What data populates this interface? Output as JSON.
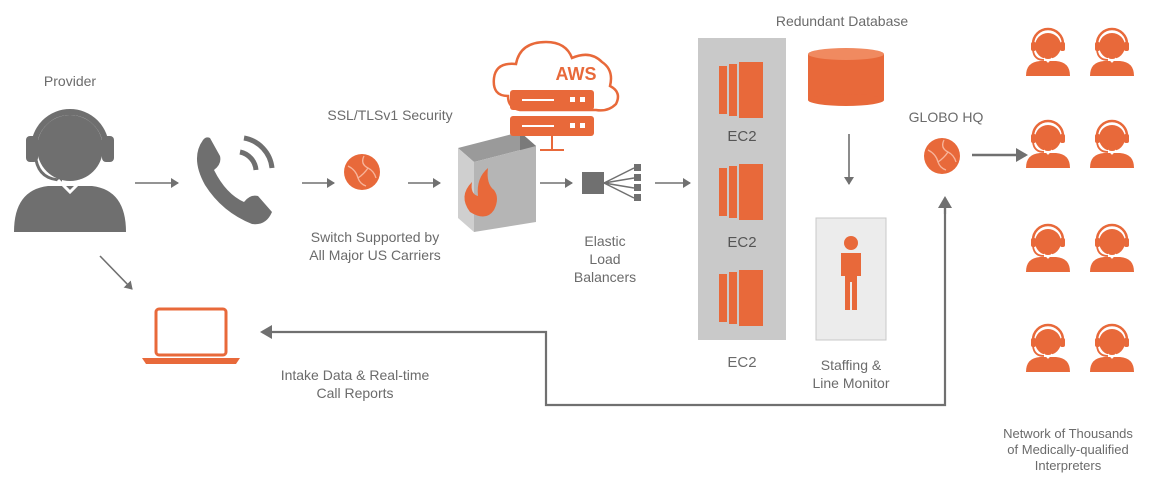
{
  "colors": {
    "orange": "#e8693a",
    "gray_dark": "#707070",
    "gray_panel": "#c9c9c9",
    "arrow": "#707070"
  },
  "labels": {
    "provider": "Provider",
    "ssl": "SSL/TLSv1 Security",
    "switch_line1": "Switch Supported by",
    "switch_line2": "All Major US Carriers",
    "aws": "AWS",
    "elb_line1": "Elastic",
    "elb_line2": "Load",
    "elb_line3": "Balancers",
    "ec2_1": "EC2",
    "ec2_2": "EC2",
    "ec2_3": "EC2",
    "redundant_db": "Redundant  Database",
    "staffing_line1": "Staffing  &",
    "staffing_line2": "Line Monitor",
    "globo_hq": "GLOBO HQ",
    "intake_line1": "Intake Data & Real-time",
    "intake_line2": "Call Reports",
    "network_line1": "Network of Thousands",
    "network_line2": "of Medically-qualified",
    "network_line3": "Interpreters"
  },
  "icons": {
    "provider": "headset-person-icon",
    "phone": "phone-icon",
    "security": "globe-icon",
    "firewall": "firewall-icon",
    "cloud": "cloud-server-icon",
    "load_balancer": "load-balancer-icon",
    "ec2": "ec2-instance-icon",
    "database": "database-icon",
    "staff": "person-icon",
    "hq": "globe-icon",
    "laptop": "laptop-icon",
    "interpreter": "headset-person-icon"
  }
}
